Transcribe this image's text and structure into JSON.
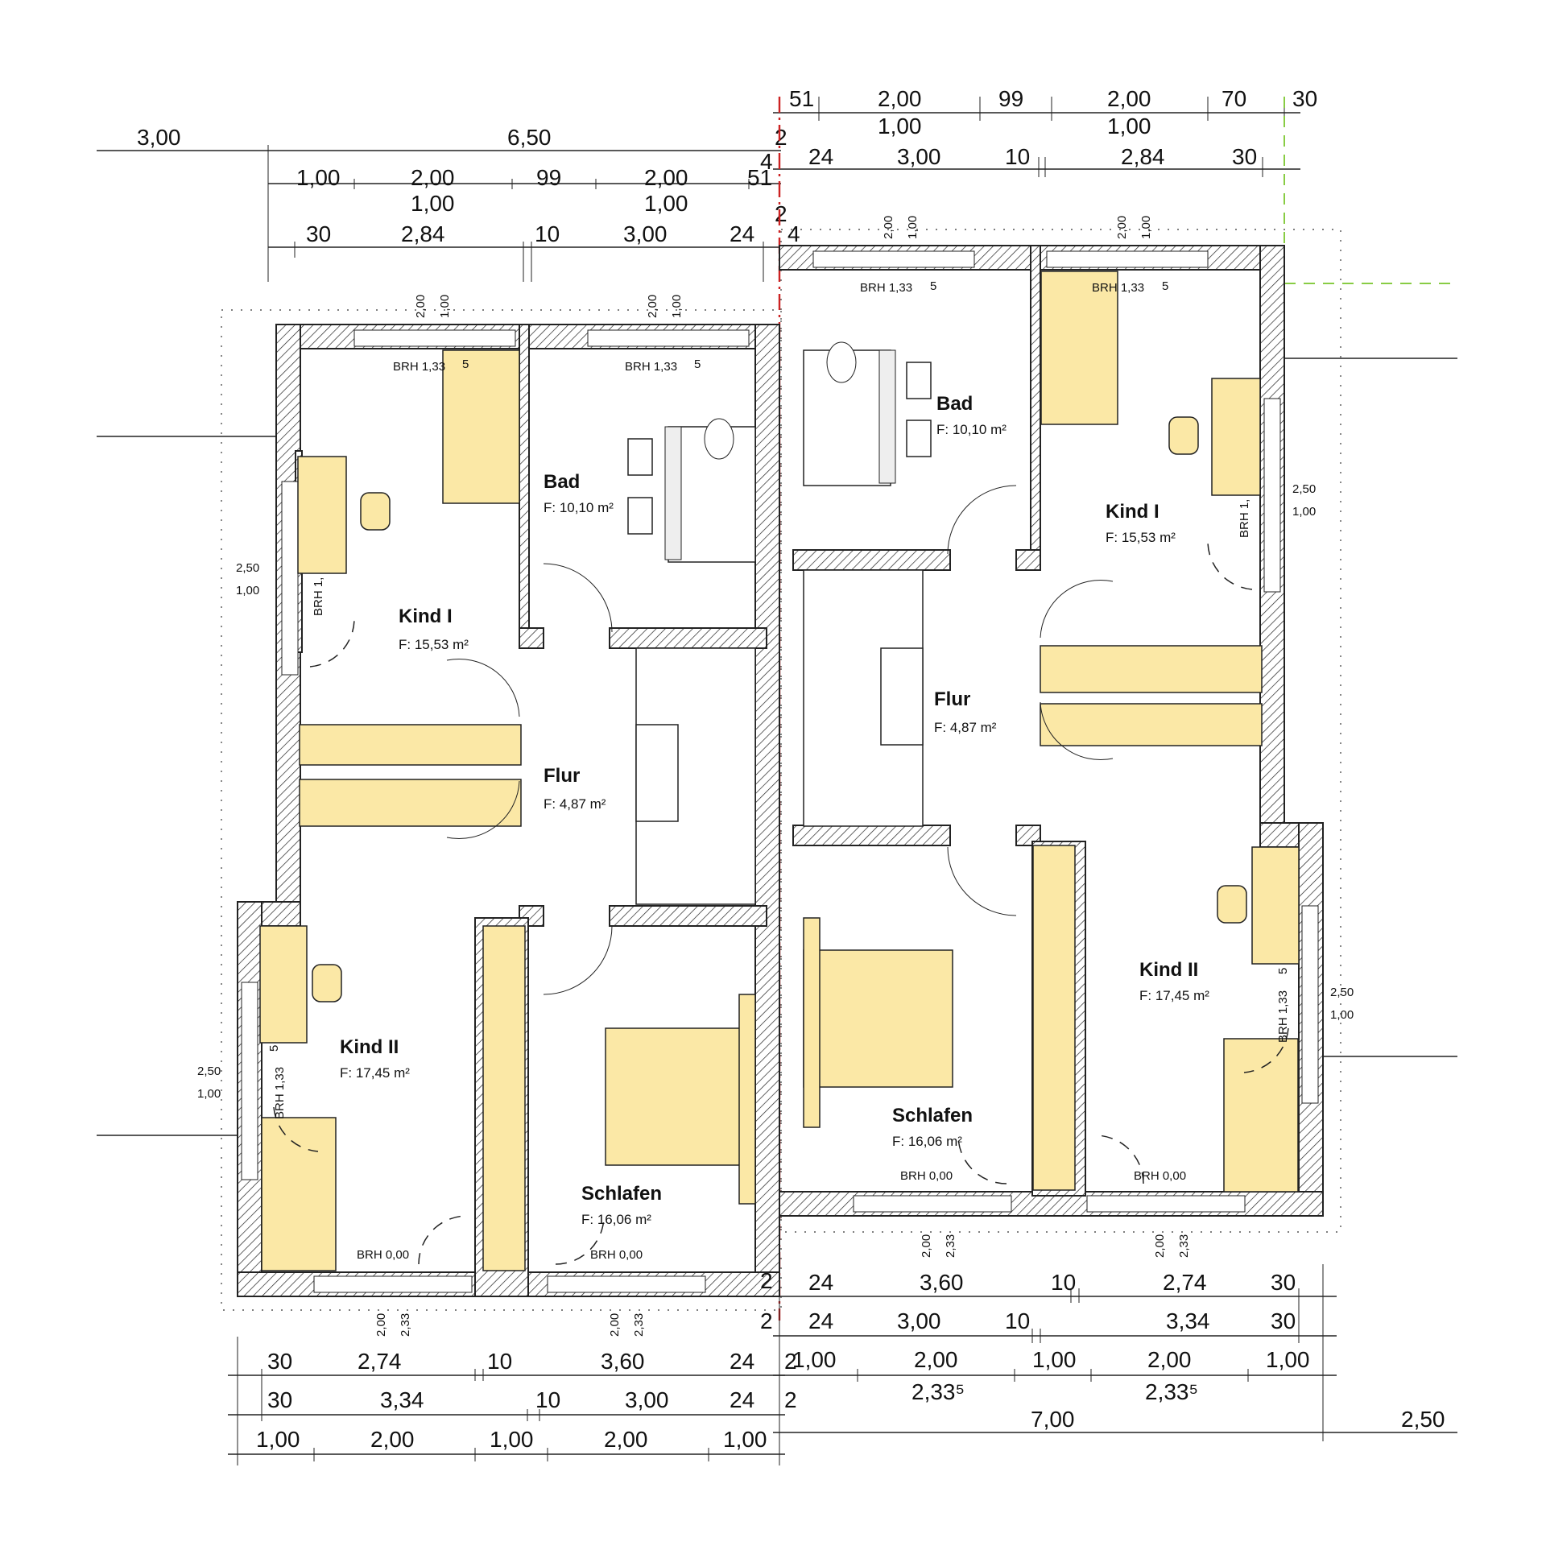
{
  "colors": {
    "furniture": "#fbe8a6",
    "wall": "#222222",
    "axis": "#cc2222",
    "guide": "#88cc44"
  },
  "left_unit": {
    "rooms": [
      {
        "name": "Kind I",
        "area": "F: 15,53 m²"
      },
      {
        "name": "Bad",
        "area": "F: 10,10 m²"
      },
      {
        "name": "Flur",
        "area": "F: 4,87 m²"
      },
      {
        "name": "Kind II",
        "area": "F: 17,45 m²"
      },
      {
        "name": "Schlafen",
        "area": "F:  16,06 m²"
      }
    ],
    "brh": [
      "BRH 1,33",
      "BRH 1,33",
      "BRH 1,",
      "BRH 1,33",
      "BRH 0,00",
      "BRH 0,00"
    ],
    "small": [
      "2,00",
      "1,00",
      "2,00",
      "1,00",
      "5",
      "5",
      "2,50",
      "1,00",
      "2,50",
      "1,00",
      "5",
      "2,00",
      "2,33",
      "2,00",
      "2,33"
    ],
    "top_row1": [
      "3,00",
      "6,50"
    ],
    "top_row2": [
      "1,00",
      "2,00",
      "99",
      "2,00",
      "51"
    ],
    "top_row2b": [
      "1,00",
      "1,00"
    ],
    "top_row3": [
      "30",
      "2,84",
      "10",
      "3,00",
      "24"
    ],
    "side_marks": [
      "4",
      "2",
      "2",
      "4"
    ],
    "bottom_row1": [
      "30",
      "2,74",
      "10",
      "3,60",
      "24"
    ],
    "bottom_row2": [
      "30",
      "3,34",
      "10",
      "3,00",
      "24"
    ],
    "bottom_row3": [
      "1,00",
      "2,00",
      "1,00",
      "2,00",
      "1,00"
    ],
    "bottom_marks": [
      "2",
      "2",
      "2",
      "2"
    ]
  },
  "right_unit": {
    "rooms": [
      {
        "name": "Bad",
        "area": "F: 10,10 m²"
      },
      {
        "name": "Kind I",
        "area": "F: 15,53 m²"
      },
      {
        "name": "Flur",
        "area": "F: 4,87 m²"
      },
      {
        "name": "Kind II",
        "area": "F: 17,45 m²"
      },
      {
        "name": "Schlafen",
        "area": "F:   16,06 m²"
      }
    ],
    "brh": [
      "BRH 1,33",
      "BRH 1,33",
      "BRH 1,",
      "BRH 1,33",
      "BRH 0,00",
      "BRH 0,00"
    ],
    "small": [
      "2,00",
      "1,00",
      "2,00",
      "1,00",
      "5",
      "5",
      "2,50",
      "1,00",
      "2,50",
      "1,00",
      "5",
      "2,00",
      "2,33",
      "2,00",
      "2,33"
    ],
    "top_row0": [
      "51",
      "2,00",
      "99",
      "2,00",
      "70",
      "30"
    ],
    "top_row0b": [
      "1,00",
      "1,00"
    ],
    "top_row1": [
      "24",
      "3,00",
      "10",
      "2,84",
      "30"
    ],
    "bottom_row1": [
      "24",
      "3,60",
      "10",
      "2,74",
      "30"
    ],
    "bottom_row2": [
      "24",
      "3,00",
      "10",
      "3,34",
      "30"
    ],
    "bottom_row3": [
      "1,00",
      "2,00",
      "1,00",
      "2,00",
      "1,00"
    ],
    "bottom_row3b": [
      "2,33⁵",
      "2,33⁵"
    ],
    "bottom_row4": [
      "7,00",
      "2,50"
    ]
  }
}
